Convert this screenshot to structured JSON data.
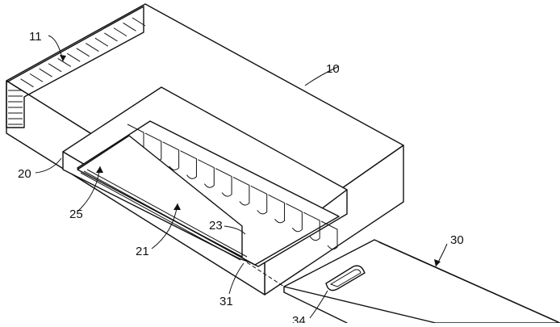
{
  "labels": {
    "housing": "10",
    "grille": "11",
    "frame": "20",
    "tray": "21",
    "fins": "23",
    "inner": "25",
    "drawer": "30",
    "edge": "31",
    "handle": "34"
  }
}
